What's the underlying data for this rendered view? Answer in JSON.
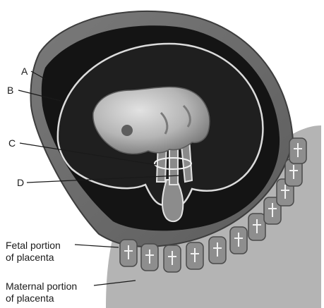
{
  "labels": {
    "a": "A",
    "b": "B",
    "c": "C",
    "d": "D",
    "fetal_line1": "Fetal portion",
    "fetal_line2": "of placenta",
    "maternal_line1": "Maternal portion",
    "maternal_line2": "of placenta"
  }
}
